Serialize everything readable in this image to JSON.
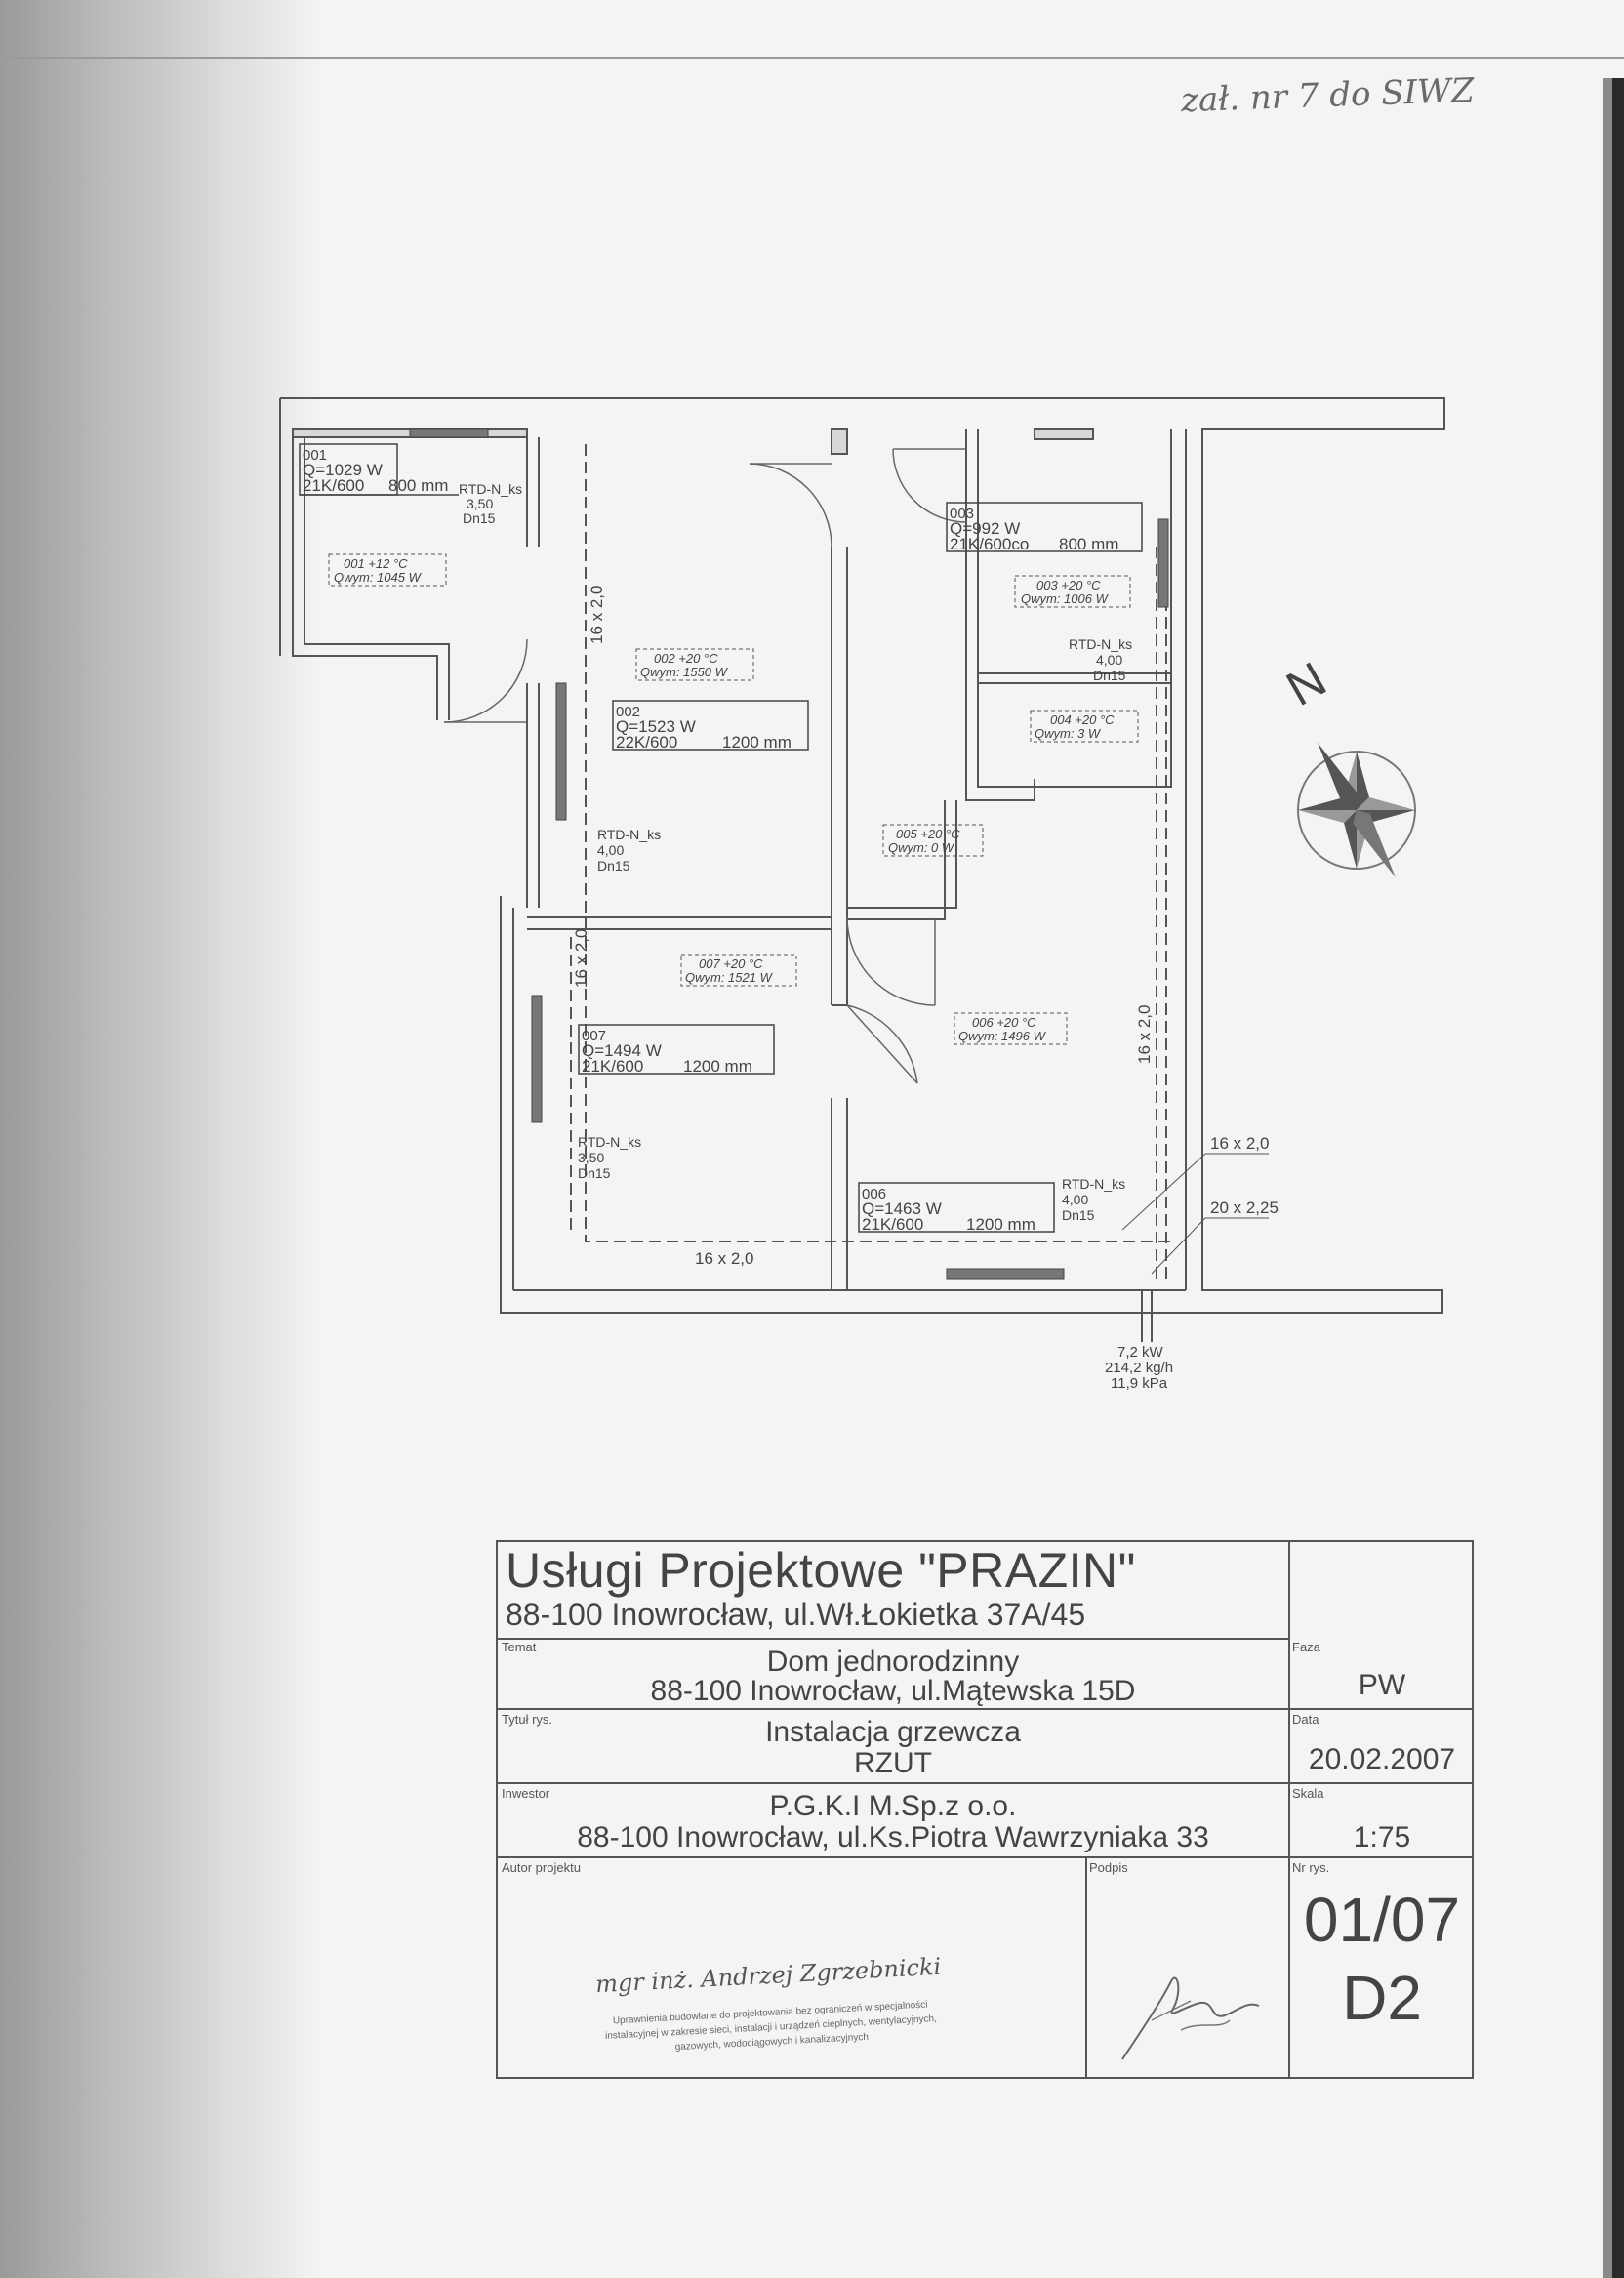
{
  "handwritten_note": "zał. nr 7 do SIWZ",
  "compass": {
    "north_label": "N"
  },
  "rooms": [
    {
      "id": "001",
      "temp": "001  +12 °C",
      "qwym": "Qwym: 1045 W"
    },
    {
      "id": "002",
      "temp": "002  +20 °C",
      "qwym": "Qwym: 1550 W"
    },
    {
      "id": "003",
      "temp": "003  +20 °C",
      "qwym": "Qwym: 1006 W"
    },
    {
      "id": "004",
      "temp": "004  +20 °C",
      "qwym": "Qwym: 3 W"
    },
    {
      "id": "005",
      "temp": "005  +20 °C",
      "qwym": "Qwym: 0 W"
    },
    {
      "id": "006",
      "temp": "006  +20 °C",
      "qwym": "Qwym: 1496 W"
    },
    {
      "id": "007",
      "temp": "007  +20 °C",
      "qwym": "Qwym: 1521 W"
    }
  ],
  "radiators": [
    {
      "room": "001",
      "power": "Q=1029 W",
      "type": "21K/600",
      "len": "800 mm"
    },
    {
      "room": "002",
      "power": "Q=1523 W",
      "type": "22K/600",
      "len": "1200 mm"
    },
    {
      "room": "003",
      "power": "Q=992 W",
      "type": "21K/600co",
      "len": "800 mm"
    },
    {
      "room": "007",
      "power": "Q=1494 W",
      "type": "21K/600",
      "len": "1200 mm"
    },
    {
      "room": "006",
      "power": "Q=1463 W",
      "type": "21K/600",
      "len": "1200 mm"
    }
  ],
  "valves": [
    {
      "name": "RTD-N_ks",
      "setting": "3,50",
      "dn": "Dn15"
    },
    {
      "name": "RTD-N_ks",
      "setting": "4,00",
      "dn": "Dn15"
    },
    {
      "name": "RTD-N_ks",
      "setting": "4,00",
      "dn": "Dn15"
    },
    {
      "name": "RTD-N_ks",
      "setting": "3,50",
      "dn": "Dn15"
    },
    {
      "name": "RTD-N_ks",
      "setting": "4,00",
      "dn": "Dn15"
    }
  ],
  "pipes": {
    "p1": "16 x 2,0",
    "p2": "16 x 2,0",
    "p3": "16 x 2,0",
    "p4": "16 x 2,0",
    "p5": "16 x 2,0",
    "p6": "20 x 2,25"
  },
  "supply": {
    "power": "7,2 kW",
    "flow": "214,2 kg/h",
    "pressure": "11,9 kPa"
  },
  "titleblock": {
    "firm": "Usługi Projektowe \"PRAZIN\"",
    "firm_address": "88-100 Inowrocław, ul.Wł.Łokietka 37A/45",
    "label_temat": "Temat",
    "temat_1": "Dom jednorodzinny",
    "temat_2": "88-100 Inowrocław, ul.Mątewska 15D",
    "label_faza": "Faza",
    "faza": "PW",
    "label_tytul": "Tytuł rys.",
    "tytul_1": "Instalacja grzewcza",
    "tytul_2": "RZUT",
    "label_data": "Data",
    "data": "20.02.2007",
    "label_inwestor": "Inwestor",
    "inwestor_1": "P.G.K.I M.Sp.z o.o.",
    "inwestor_2": "88-100 Inowrocław, ul.Ks.Piotra Wawrzyniaka 33",
    "label_skala": "Skala",
    "skala": "1:75",
    "label_autor": "Autor projektu",
    "label_podpis": "Podpis",
    "label_nr": "Nr rys.",
    "nr_1": "01/07",
    "nr_2": "D2",
    "author_name": "mgr inż. Andrzej Zgrzebnicki",
    "stamp_text": "Uprawnienia budowlane do projektowania bez ograniczeń w specjalności instalacyjnej w zakresie sieci, instalacji i urządzeń cieplnych, wentylacyjnych, gazowych, wodociągowych i kanalizacyjnych"
  }
}
